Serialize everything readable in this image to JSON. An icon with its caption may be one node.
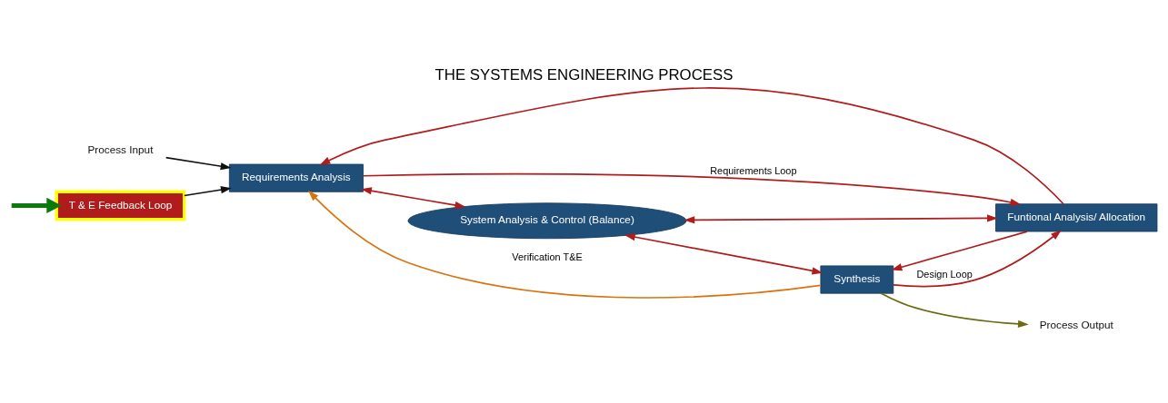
{
  "diagram": {
    "title": "THE SYSTEMS ENGINEERING PROCESS",
    "nodes": [
      {
        "text": [
          "Process Input"
        ]
      },
      {
        "text": [
          "Requirements Analysis"
        ]
      },
      {
        "text": [
          "System Analysis & Control (Balance)"
        ]
      },
      {
        "text": [
          "Funtional Analysis/ Allocation"
        ]
      },
      {
        "text": [
          "Synthesis"
        ]
      },
      {
        "text": [
          "Process Output"
        ]
      },
      {
        "text": [
          "T & E Feedback Loop"
        ]
      }
    ],
    "edges": [
      {
        "from": 0,
        "to": 1,
        "arrow": "to",
        "color": "#111111"
      },
      {
        "from": 1,
        "to": 2,
        "arrow": "both"
      },
      {
        "from": 3,
        "to": 1,
        "arrow": "to"
      },
      {
        "from": 3,
        "to": 2,
        "arrow": "both"
      },
      {
        "from": 1,
        "to": 3,
        "arrow": "to",
        "label": "Requirements Loop"
      },
      {
        "from": 3,
        "to": 4,
        "arrow": "to"
      },
      {
        "from": 4,
        "to": 3,
        "arrow": "to",
        "label": "Design Loop"
      },
      {
        "from": 2,
        "to": 4,
        "arrow": "both"
      },
      {
        "from": 4,
        "to": 1,
        "arrow": "to",
        "label": "Verification T&E",
        "color": "#d9730d"
      },
      {
        "from": 6,
        "to": 1,
        "arrow": "to",
        "color": "#111111"
      },
      {
        "from": 4,
        "to": 5,
        "arrow": "to",
        "color": "#6b6b10"
      },
      {
        "from": null,
        "to": 6,
        "arrow": "to",
        "style": "thick",
        "color": "#0a7a0a"
      }
    ]
  }
}
